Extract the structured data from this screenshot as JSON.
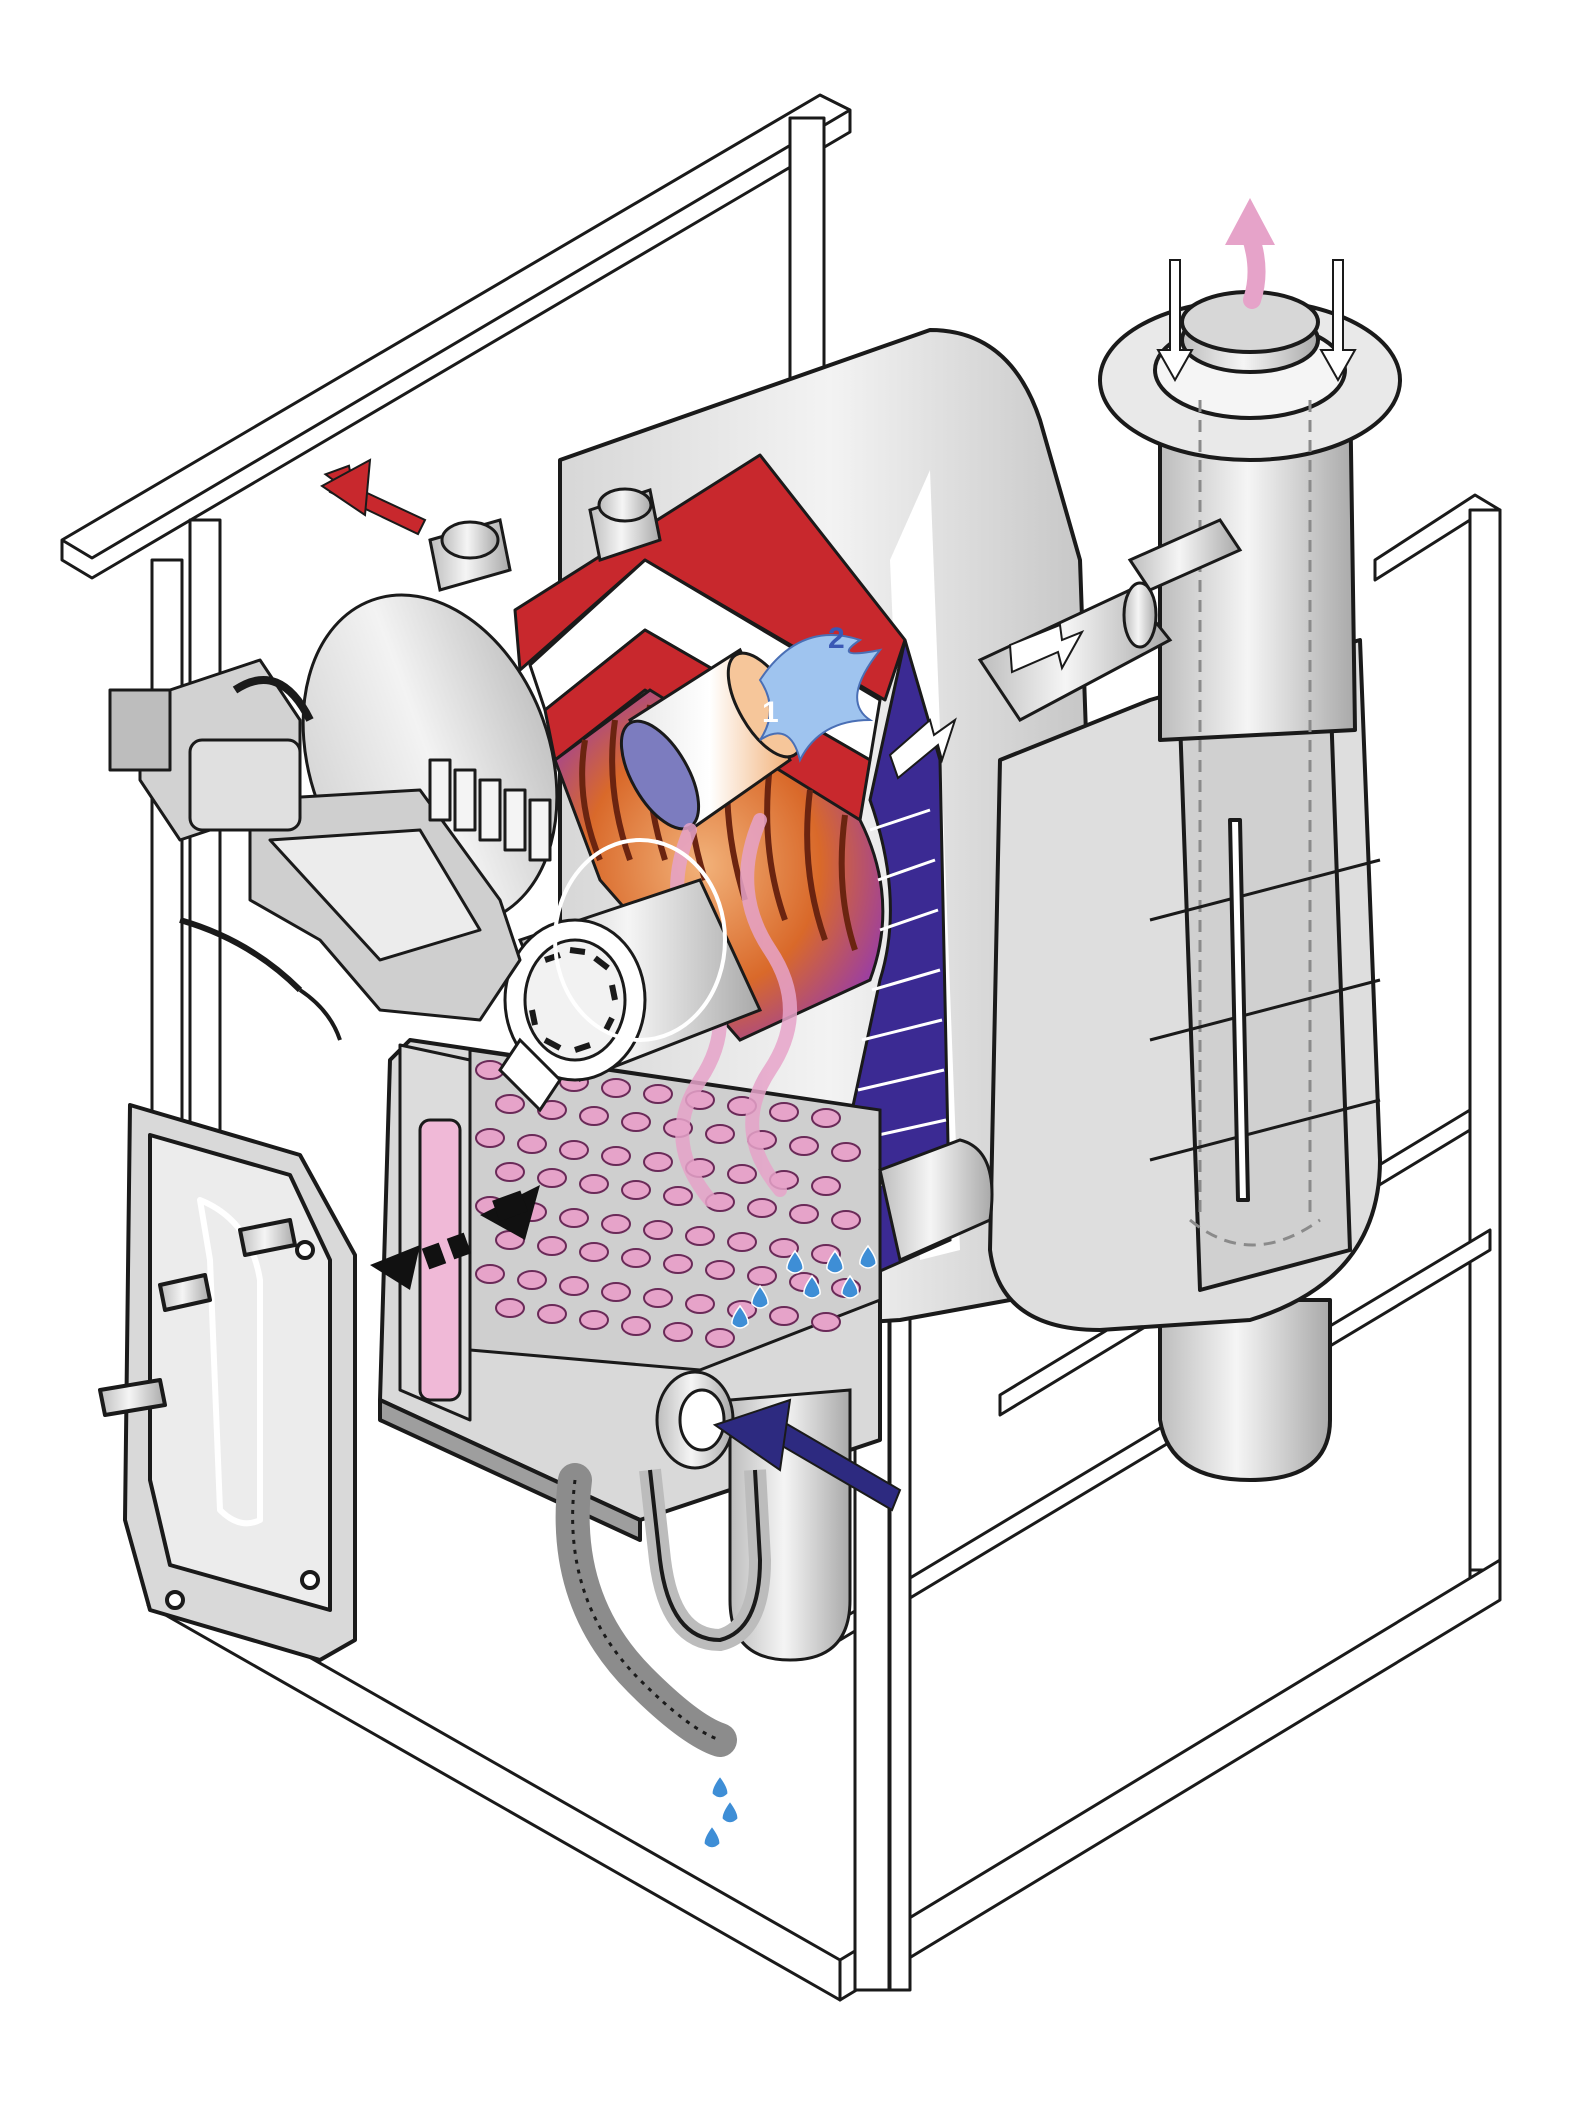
{
  "labels": {
    "flame_zone_1": "1",
    "flame_zone_2": "2"
  },
  "colors": {
    "frame": "#ffffff",
    "outline": "#1a1a1a",
    "housing": "#e4e4e4",
    "housing_shade": "#bdbdbd",
    "hot_red": "#c8282d",
    "combustion_orange": "#d9692a",
    "flame_blue": "#9fc4ef",
    "cold_return": "#2d2a80",
    "flue_gas_pink": "#e6a3c9",
    "condensate_blue": "#3e8ed6",
    "combustion_air": "#111111"
  },
  "icons": {
    "hot_water_out": "arrow-right-up-red",
    "return_water_in": "arrow-left-navy",
    "air_intake": "arrow-dashed-black",
    "flue_exhaust": "arrow-up-pink",
    "flue_intake": "arrow-down-white",
    "condensate": "drop-icon"
  }
}
